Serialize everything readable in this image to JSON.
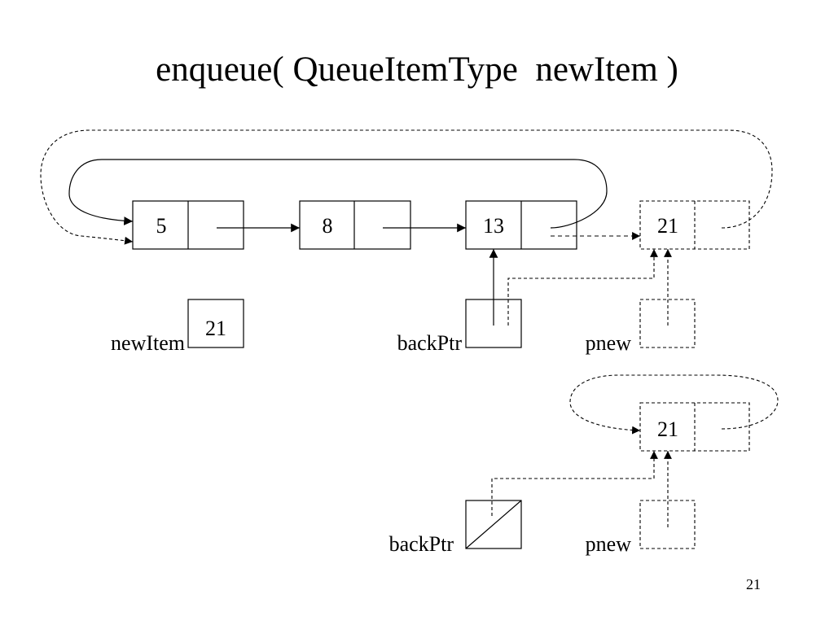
{
  "slide": {
    "title": "enqueue( QueueItemType  newItem )",
    "page_number": "21"
  },
  "top_diagram": {
    "nodes": [
      {
        "value": "5"
      },
      {
        "value": "8"
      },
      {
        "value": "13"
      },
      {
        "value": "21"
      }
    ],
    "new_item": {
      "label": "newItem",
      "value": "21"
    },
    "back_ptr_label": "backPtr",
    "pnew_label": "pnew"
  },
  "bottom_diagram": {
    "node_value": "21",
    "back_ptr_label": "backPtr",
    "pnew_label": "pnew"
  },
  "colors": {
    "stroke": "#000000",
    "background": "#ffffff"
  }
}
